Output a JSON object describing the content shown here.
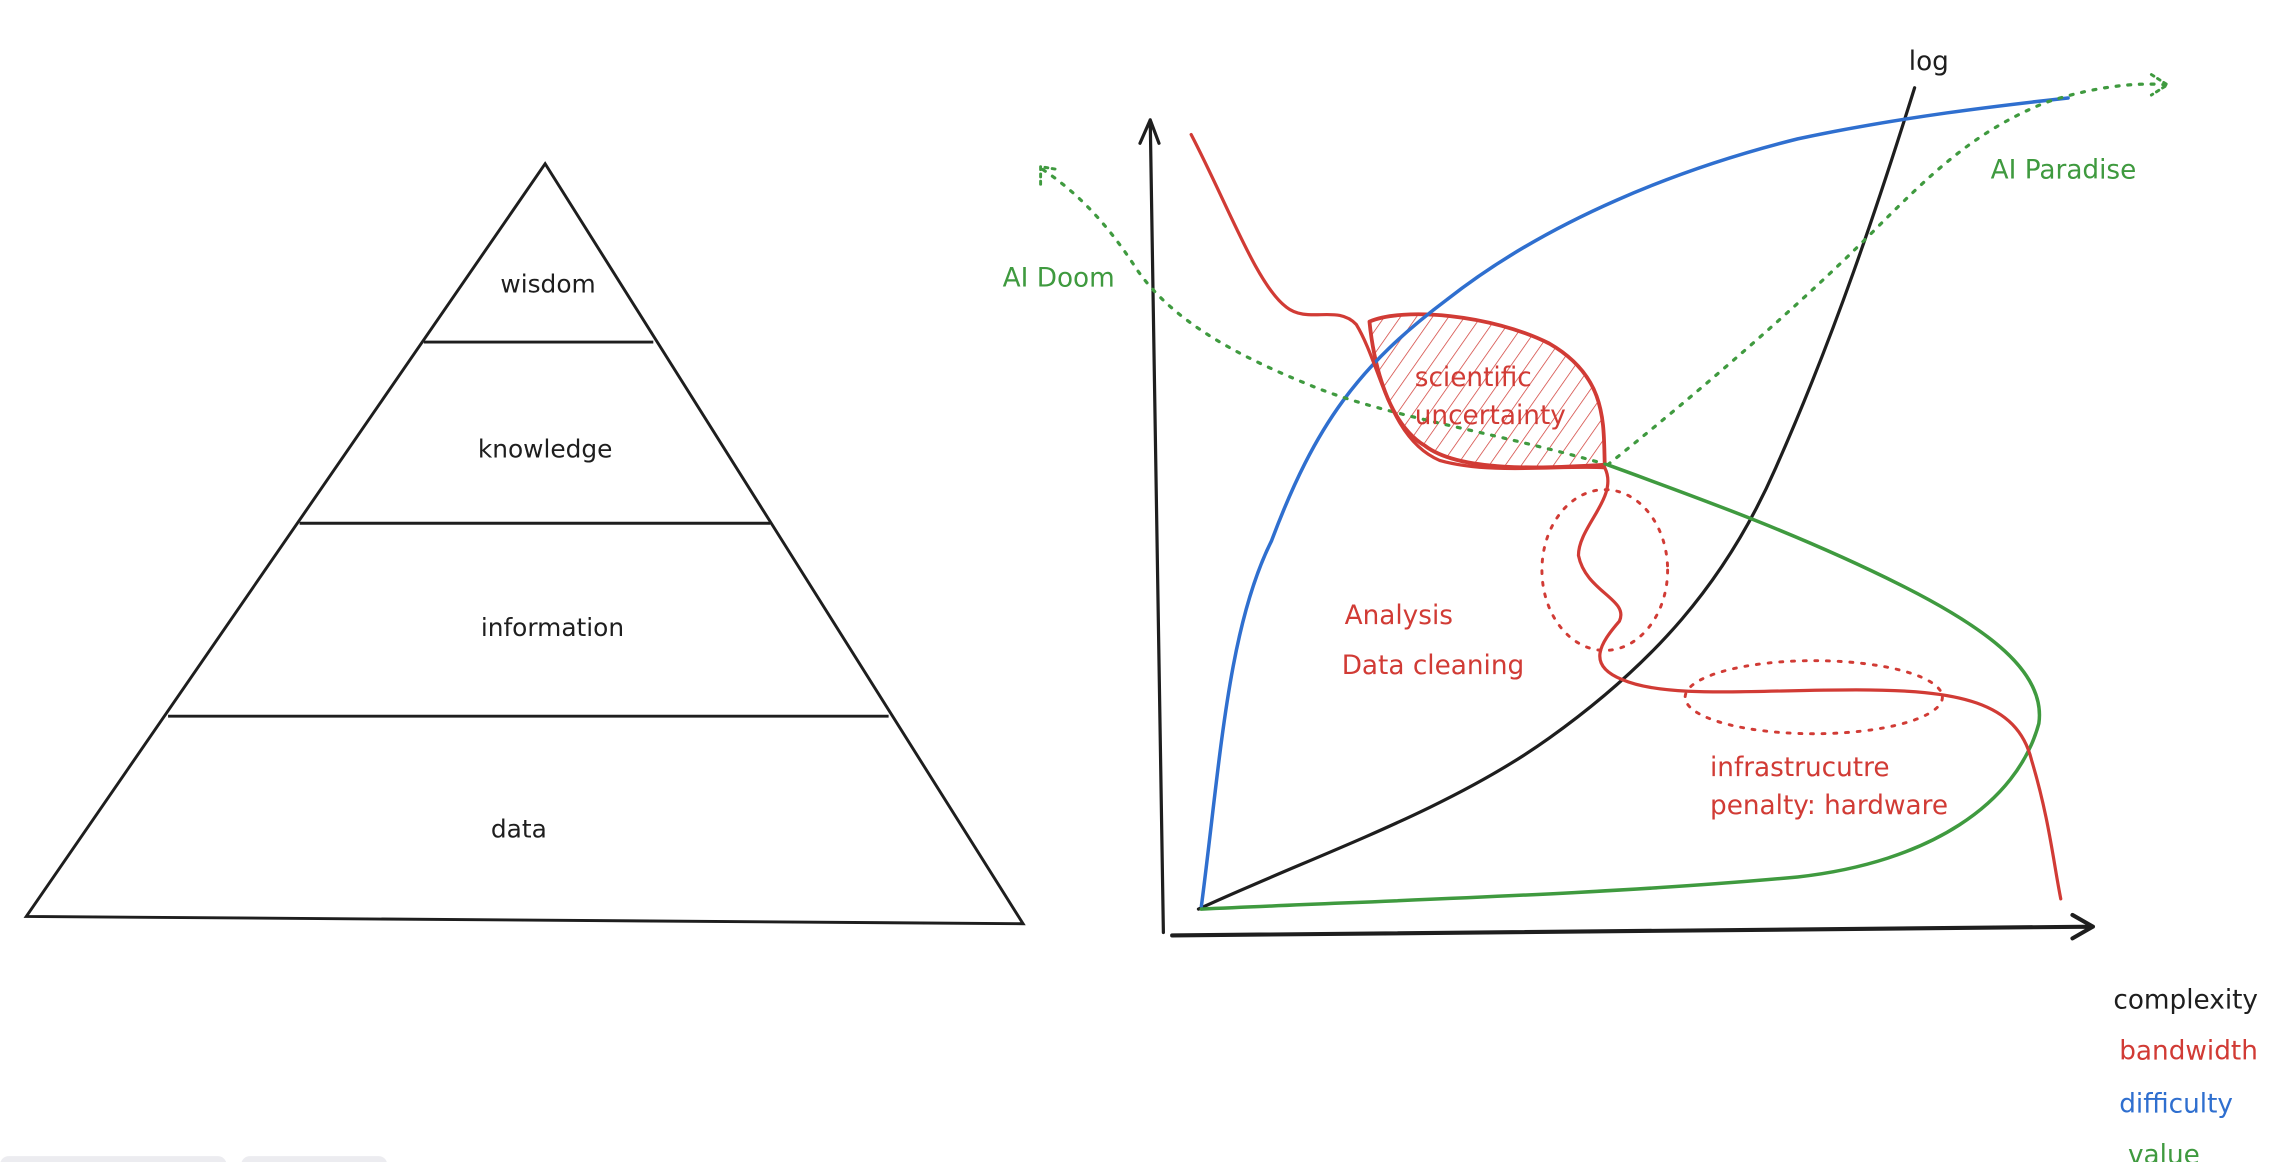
{
  "pyramid": {
    "levels": [
      "wisdom",
      "knowledge",
      "information",
      "data"
    ]
  },
  "chart": {
    "curve_label_log": "log",
    "ai_doom": "AI Doom",
    "ai_paradise": "AI Paradise",
    "region_label": [
      "scientific",
      "uncertainty"
    ],
    "analysis_labels": [
      "Analysis",
      "Data cleaning"
    ],
    "infra_labels": [
      "infrastrucutre",
      "penalty: hardware"
    ]
  },
  "legend": {
    "items": [
      {
        "label": "complexity",
        "color": "#1e1e1e"
      },
      {
        "label": "bandwidth",
        "color": "#d13b35"
      },
      {
        "label": "difficulty",
        "color": "#2f6fcf"
      },
      {
        "label": "value",
        "color": "#3f9a3f"
      }
    ]
  }
}
